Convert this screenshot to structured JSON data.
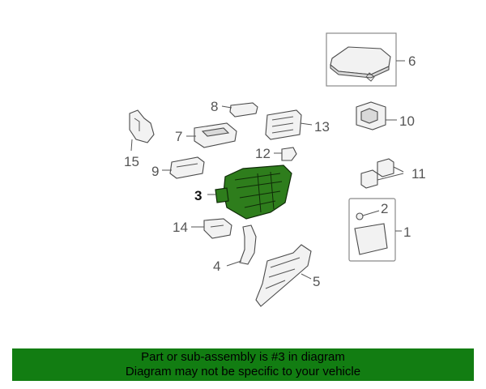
{
  "diagram": {
    "highlight_color": "#2e7d1c",
    "callouts": {
      "p1": "1",
      "p2": "2",
      "p3": "3",
      "p4": "4",
      "p5": "5",
      "p6": "6",
      "p7": "7",
      "p8": "8",
      "p9": "9",
      "p10": "10",
      "p11": "11",
      "p12": "12",
      "p13": "13",
      "p14": "14",
      "p15": "15"
    }
  },
  "banner": {
    "background": "#127d12",
    "line1": "Part or sub-assembly is #3 in diagram",
    "line2": "Diagram may not be specific to your vehicle"
  }
}
